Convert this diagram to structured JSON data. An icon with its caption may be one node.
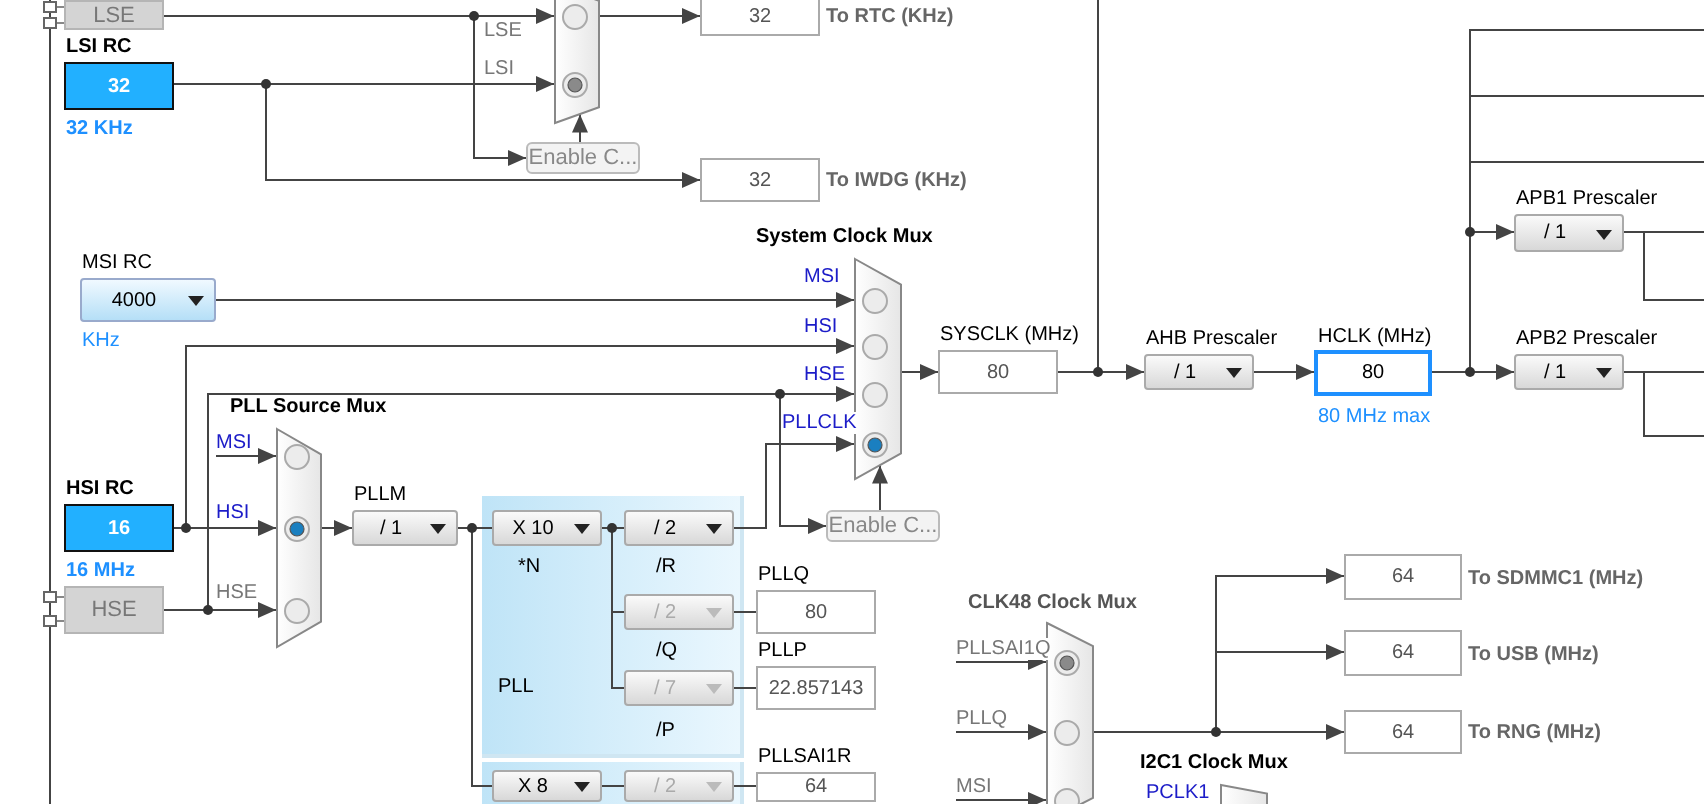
{
  "diagram": {
    "nodes": [
      {
        "text": [
          "LSE"
        ]
      },
      {
        "text": [
          "LSI RC",
          "32"
        ],
        "beside": [
          "32 KHz"
        ]
      },
      {
        "text": [],
        "shape": "trapezoid"
      },
      {
        "text": [
          "Enable C..."
        ]
      },
      {
        "text": [
          "32"
        ],
        "beside": [
          "To RTC (KHz)"
        ]
      },
      {
        "text": [
          "32"
        ],
        "beside": [
          "To IWDG (KHz)"
        ]
      },
      {
        "text": [
          "MSI RC",
          "4000"
        ],
        "beside": [
          "KHz"
        ]
      },
      {
        "text": [
          "System Clock Mux"
        ]
      },
      {
        "text": [
          "Enable C..."
        ]
      },
      {
        "text": [
          "SYSCLK (MHz)",
          "80"
        ]
      },
      {
        "text": [
          "AHB Prescaler",
          "/ 1"
        ]
      },
      {
        "text": [
          "HCLK (MHz)",
          "80"
        ],
        "beside": [
          "80 MHz max"
        ]
      },
      {
        "text": [
          "APB1 Prescaler",
          "/ 1"
        ]
      },
      {
        "text": [
          "APB2 Prescaler",
          "/ 1"
        ]
      },
      {
        "text": [
          "HSI RC",
          "16"
        ],
        "beside": [
          "16 MHz"
        ]
      },
      {
        "text": [
          "HSE"
        ]
      },
      {
        "text": [
          "PLL Source Mux"
        ]
      },
      {
        "text": [
          "PLLM",
          "/ 1"
        ]
      },
      {
        "text": [
          "PLL"
        ]
      },
      {
        "text": [
          "X 10"
        ],
        "beside": [
          "*N"
        ],
        "in": 18
      },
      {
        "text": [
          "/ 2"
        ],
        "beside": [
          "/R"
        ],
        "in": 18
      },
      {
        "text": [
          "/ 2"
        ],
        "beside": [
          "/Q"
        ],
        "in": 18
      },
      {
        "text": [
          "/ 7"
        ],
        "beside": [
          "/P"
        ],
        "in": 18
      },
      {
        "text": [
          "PLLQ",
          "80"
        ]
      },
      {
        "text": [
          "PLLP",
          "22.857143"
        ]
      },
      {
        "text": [],
        "shape": "box"
      },
      {
        "text": [
          "X 8"
        ],
        "in": 25
      },
      {
        "text": [
          "/ 2"
        ],
        "in": 25
      },
      {
        "text": [
          "PLLSAI1R",
          "64"
        ]
      },
      {
        "text": [
          "CLK48 Clock Mux"
        ]
      },
      {
        "text": [
          "64"
        ],
        "beside": [
          "To SDMMC1 (MHz)"
        ]
      },
      {
        "text": [
          "64"
        ],
        "beside": [
          "To USB (MHz)"
        ]
      },
      {
        "text": [
          "64"
        ],
        "beside": [
          "To RNG (MHz)"
        ]
      },
      {
        "text": [
          "I2C1 Clock Mux"
        ]
      }
    ],
    "edges": [
      {
        "from": 0,
        "to": 2,
        "arrow": "to",
        "label": "LSE"
      },
      {
        "from": 1,
        "to": 2,
        "arrow": "to",
        "label": "LSI"
      },
      {
        "from": 0,
        "to": 3,
        "arrow": "to"
      },
      {
        "from": 1,
        "to": 5,
        "arrow": "to"
      },
      {
        "from": 3,
        "to": 2,
        "arrow": "to"
      },
      {
        "from": 2,
        "to": 4,
        "arrow": "to"
      },
      {
        "from": 6,
        "to": 7,
        "arrow": "to",
        "label": "MSI"
      },
      {
        "from": 14,
        "to": 7,
        "arrow": "to",
        "label": "HSI"
      },
      {
        "from": 15,
        "to": 7,
        "arrow": "to",
        "label": "HSE"
      },
      {
        "from": 20,
        "to": 7,
        "arrow": "to",
        "label": "PLLCLK"
      },
      {
        "from": 15,
        "to": 8,
        "arrow": "to"
      },
      {
        "from": 8,
        "to": 7,
        "arrow": "to"
      },
      {
        "from": 7,
        "to": 9,
        "arrow": "to"
      },
      {
        "from": 9,
        "to": 10,
        "arrow": "to"
      },
      {
        "from": 10,
        "to": 11,
        "arrow": "to"
      },
      {
        "from": 11,
        "to": 12,
        "arrow": "to"
      },
      {
        "from": 11,
        "to": 13,
        "arrow": "to"
      },
      {
        "from": null,
        "to": 16,
        "arrow": "to",
        "label": "MSI"
      },
      {
        "from": 14,
        "to": 16,
        "arrow": "to",
        "label": "HSI"
      },
      {
        "from": 15,
        "to": 16,
        "arrow": "to",
        "label": "HSE"
      },
      {
        "from": 16,
        "to": 17,
        "arrow": "to"
      },
      {
        "from": 17,
        "to": 19,
        "arrow": "none"
      },
      {
        "from": 17,
        "to": 26,
        "arrow": "none"
      },
      {
        "from": 19,
        "to": 20,
        "arrow": "none"
      },
      {
        "from": 19,
        "to": 21,
        "arrow": "none"
      },
      {
        "from": 19,
        "to": 22,
        "arrow": "none"
      },
      {
        "from": 21,
        "to": 23,
        "arrow": "none"
      },
      {
        "from": 22,
        "to": 24,
        "arrow": "none"
      },
      {
        "from": 26,
        "to": 27,
        "arrow": "none"
      },
      {
        "from": 27,
        "to": 28,
        "arrow": "none"
      },
      {
        "from": null,
        "to": 29,
        "arrow": "to",
        "label": "PLLSAI1Q"
      },
      {
        "from": null,
        "to": 29,
        "arrow": "to",
        "label": "PLLQ"
      },
      {
        "from": null,
        "to": 29,
        "arrow": "to",
        "label": "MSI"
      },
      {
        "from": 29,
        "to": 30,
        "arrow": "to"
      },
      {
        "from": 29,
        "to": 31,
        "arrow": "to"
      },
      {
        "from": 29,
        "to": 32,
        "arrow": "to"
      },
      {
        "from": 9,
        "to": null,
        "arrow": "none"
      },
      {
        "from": 11,
        "to": null,
        "arrow": "none"
      },
      {
        "from": 11,
        "to": null,
        "arrow": "none"
      },
      {
        "from": 11,
        "to": null,
        "arrow": "none"
      },
      {
        "from": 12,
        "to": null,
        "arrow": "none"
      },
      {
        "from": 12,
        "to": null,
        "arrow": "none"
      },
      {
        "from": 13,
        "to": null,
        "arrow": "none"
      },
      {
        "from": 13,
        "to": null,
        "arrow": "none"
      }
    ],
    "labels": [
      "PCLK1"
    ]
  }
}
